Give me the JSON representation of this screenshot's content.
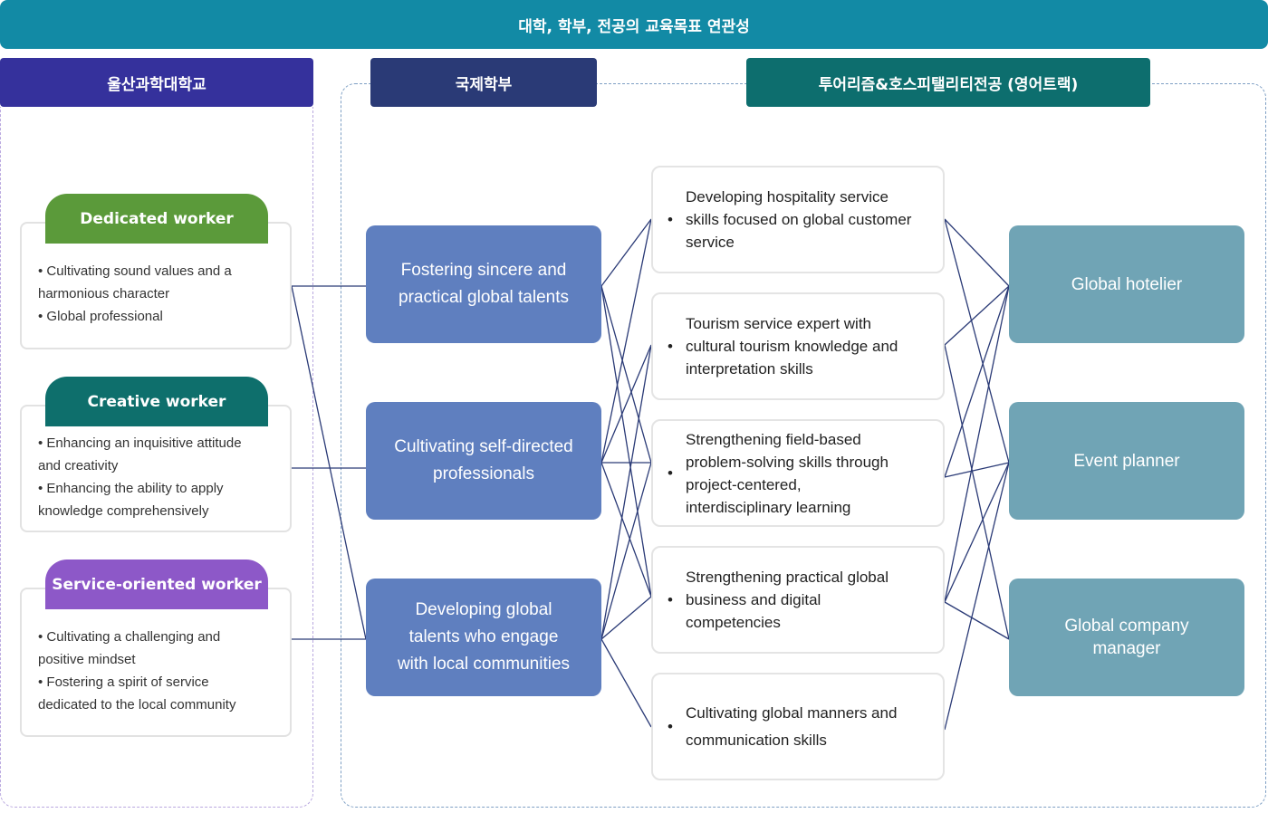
{
  "title": "대학, 학부, 전공의 교육목표 연관성",
  "headers": {
    "university": "울산과학대학교",
    "department": "국제학부",
    "major": "투어리즘&호스피탤리티전공 (영어트랙)"
  },
  "workers": [
    {
      "title": "Dedicated worker",
      "color": "#5b9a3a",
      "lines": [
        "• Cultivating sound values and a",
        "harmonious character",
        "• Global professional"
      ]
    },
    {
      "title": "Creative worker",
      "color": "#0e6f6c",
      "lines": [
        "• Enhancing an inquisitive attitude",
        "and creativity",
        "• Enhancing the ability to apply",
        "knowledge comprehensively"
      ]
    },
    {
      "title": "Service-oriented worker",
      "color": "#8d58c8",
      "lines": [
        "• Cultivating a challenging and",
        "positive mindset",
        "• Fostering a spirit of service",
        "dedicated to the local community"
      ]
    }
  ],
  "departments": [
    {
      "lines": [
        "Fostering sincere and",
        "practical global talents"
      ]
    },
    {
      "lines": [
        "Cultivating self-directed",
        "professionals"
      ]
    },
    {
      "lines": [
        "Developing global",
        "talents who engage",
        "with local communities"
      ]
    }
  ],
  "goals": [
    {
      "bullet": "•",
      "lines": [
        "Developing hospitality service",
        "skills focused on global customer",
        "service"
      ]
    },
    {
      "bullet": "•",
      "lines": [
        "Tourism service expert with",
        "cultural tourism knowledge and",
        "interpretation skills"
      ]
    },
    {
      "bullet": "•",
      "lines": [
        "Strengthening field-based",
        "problem-solving skills through",
        "project-centered,",
        "interdisciplinary learning"
      ]
    },
    {
      "bullet": "•",
      "lines": [
        "Strengthening practical global",
        "business and digital",
        "competencies"
      ]
    },
    {
      "bullet": "•",
      "lines": [
        "Cultivating global manners and",
        "communication skills"
      ]
    }
  ],
  "careers": [
    {
      "lines": [
        "Global hotelier"
      ]
    },
    {
      "lines": [
        "Event planner"
      ]
    },
    {
      "lines": [
        "Global company",
        "manager"
      ]
    }
  ],
  "colors": {
    "title_bar": "#128aa5",
    "connector": "#2a3a76"
  }
}
